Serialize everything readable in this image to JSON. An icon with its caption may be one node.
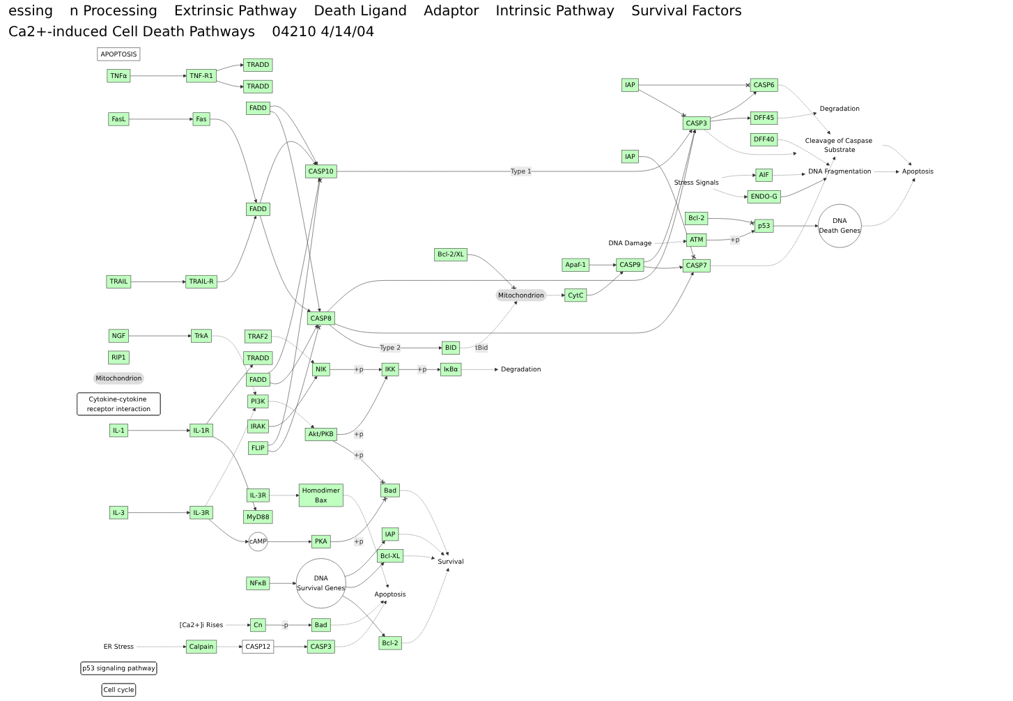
{
  "diagram": {
    "nodes": [
      {
        "text": [
          "APOPTOSIS"
        ]
      },
      {
        "text": [
          "FasL"
        ]
      },
      {
        "text": [
          "Fas"
        ]
      },
      {
        "text": [
          "TRAIL"
        ]
      },
      {
        "text": [
          "TRAIL-R"
        ]
      },
      {
        "text": [
          "TNFα"
        ]
      },
      {
        "text": [
          "TNF-R1"
        ]
      },
      {
        "text": [
          "IL-1"
        ]
      },
      {
        "text": [
          "IL-1R"
        ]
      },
      {
        "text": [
          "FADD"
        ]
      },
      {
        "text": [
          "TRADD"
        ]
      },
      {
        "text": [
          "FADD"
        ]
      },
      {
        "text": [
          "TRADD"
        ]
      },
      {
        "text": [
          "RIP1"
        ]
      },
      {
        "text": [
          "TRAF2"
        ]
      },
      {
        "text": [
          "TRADD"
        ]
      },
      {
        "text": [
          "FADD"
        ]
      },
      {
        "text": [
          "MyD88"
        ]
      },
      {
        "text": [
          "IRAK"
        ]
      },
      {
        "text": [
          "FLIP"
        ]
      },
      {
        "text": [
          "NIK"
        ]
      },
      {
        "text": [
          "CASP10"
        ]
      },
      {
        "text": [
          "CASP8"
        ]
      },
      {
        "text": [
          "CASP3"
        ]
      },
      {
        "text": [
          "CASP7"
        ]
      },
      {
        "text": [
          "CASP6"
        ]
      },
      {
        "text": [
          "IAP"
        ]
      },
      {
        "text": [
          "IAP"
        ]
      },
      {
        "text": [
          "BID"
        ]
      },
      {
        "text": [
          "Bcl-2/XL"
        ]
      },
      {
        "text": [
          "Mitochondrion"
        ]
      },
      {
        "text": [
          "CytC"
        ]
      },
      {
        "text": [
          "Apaf-1"
        ]
      },
      {
        "text": [
          "CASP9"
        ]
      },
      {
        "text": [
          "DFF45"
        ]
      },
      {
        "text": [
          "DFF40"
        ]
      },
      {
        "text": [
          "Cleavage of Caspase Substrate"
        ]
      },
      {
        "text": [
          "Degradation"
        ]
      },
      {
        "text": [
          "DNA Fragmentation"
        ]
      },
      {
        "text": [
          "Apoptosis"
        ]
      },
      {
        "text": [
          "AIF"
        ]
      },
      {
        "text": [
          "ENDO-G"
        ]
      },
      {
        "text": [
          "Mitochondrion"
        ]
      },
      {
        "text": [
          "Stress Signals"
        ]
      },
      {
        "text": [
          "Cytokine-cytokine receptor interaction"
        ]
      },
      {
        "text": [
          "NGF"
        ]
      },
      {
        "text": [
          "TrkA"
        ]
      },
      {
        "text": [
          "IL-3"
        ]
      },
      {
        "text": [
          "IL-3R"
        ]
      },
      {
        "text": [
          "IL-3R"
        ]
      },
      {
        "text": [
          "PI3K"
        ]
      },
      {
        "text": [
          "cAMP"
        ]
      },
      {
        "text": [
          "Akt/PKB"
        ]
      },
      {
        "text": [
          "PKA"
        ]
      },
      {
        "text": [
          "IKK"
        ]
      },
      {
        "text": [
          "IκBα"
        ]
      },
      {
        "text": [
          "NFκB"
        ]
      },
      {
        "text": [
          "Degradation"
        ]
      },
      {
        "text": [
          "DNA",
          "Survival Genes"
        ]
      },
      {
        "text": [
          "IAP"
        ]
      },
      {
        "text": [
          "Bcl-XL"
        ]
      },
      {
        "text": [
          "Bcl-2"
        ]
      },
      {
        "text": [
          "Survival"
        ]
      },
      {
        "text": [
          "Bad"
        ]
      },
      {
        "text": [
          "Homodimer",
          "Bax"
        ]
      },
      {
        "text": [
          "Apoptosis"
        ]
      },
      {
        "text": [
          "[Ca2+]i Rises"
        ]
      },
      {
        "text": [
          "ER Stress"
        ]
      },
      {
        "text": [
          "Cn"
        ]
      },
      {
        "text": [
          "Bad"
        ]
      },
      {
        "text": [
          "Calpain"
        ]
      },
      {
        "text": [
          "CASP12"
        ]
      },
      {
        "text": [
          "CASP3"
        ]
      },
      {
        "text": [
          "DNA",
          "Death Genes"
        ]
      },
      {
        "text": [
          "p53 signaling pathway"
        ]
      },
      {
        "text": [
          "p53"
        ]
      },
      {
        "text": [
          "Bcl-2"
        ]
      },
      {
        "text": [
          "ATM"
        ]
      },
      {
        "text": [
          "DNA Damage"
        ]
      },
      {
        "text": [
          "Cell cycle"
        ]
      }
    ],
    "edges": [
      {
        "from": 1,
        "to": 2,
        "arrow": "to"
      },
      {
        "from": 3,
        "to": 4,
        "arrow": "to"
      },
      {
        "from": 5,
        "to": 6,
        "arrow": "to"
      },
      {
        "from": 7,
        "to": 8,
        "arrow": "to"
      },
      {
        "from": 2,
        "to": 9,
        "arrow": "to"
      },
      {
        "from": 4,
        "to": 9,
        "arrow": "to"
      },
      {
        "from": 6,
        "to": 10,
        "arrow": "to"
      },
      {
        "from": 6,
        "to": 12,
        "arrow": "to"
      },
      {
        "from": 8,
        "to": 15,
        "arrow": "to"
      },
      {
        "from": 8,
        "to": 17,
        "arrow": "to"
      },
      {
        "from": 9,
        "to": 21,
        "arrow": "to"
      },
      {
        "from": 9,
        "to": 22,
        "arrow": "to"
      },
      {
        "from": 11,
        "to": 21,
        "arrow": "to"
      },
      {
        "from": 11,
        "to": 22,
        "arrow": "to"
      },
      {
        "from": 16,
        "to": 21,
        "arrow": "to"
      },
      {
        "from": 16,
        "to": 22,
        "arrow": "to"
      },
      {
        "from": 14,
        "to": 20,
        "arrow": "to",
        "style": "dashed"
      },
      {
        "from": 18,
        "to": 20,
        "arrow": "to"
      },
      {
        "from": 19,
        "to": 21,
        "arrow": "other"
      },
      {
        "from": 19,
        "to": 22,
        "arrow": "other"
      },
      {
        "from": 21,
        "to": 23,
        "arrow": "to",
        "label": "Type 1"
      },
      {
        "from": 22,
        "to": 23,
        "arrow": "to"
      },
      {
        "from": 22,
        "to": 24,
        "arrow": "to"
      },
      {
        "from": 22,
        "to": 28,
        "arrow": "to",
        "label": "Type 2"
      },
      {
        "from": 26,
        "to": 25,
        "arrow": "other"
      },
      {
        "from": 26,
        "to": 23,
        "arrow": "other"
      },
      {
        "from": 23,
        "to": 25,
        "arrow": "to"
      },
      {
        "from": 27,
        "to": 24,
        "arrow": "other"
      },
      {
        "from": 23,
        "to": 34,
        "arrow": "to"
      },
      {
        "from": 25,
        "to": 36,
        "arrow": "to",
        "style": "dashed"
      },
      {
        "from": 23,
        "to": 36,
        "arrow": "to",
        "style": "dashed"
      },
      {
        "from": 24,
        "to": 36,
        "arrow": "to",
        "style": "dashed"
      },
      {
        "from": 34,
        "to": 37,
        "arrow": "to",
        "style": "dashed"
      },
      {
        "from": 35,
        "to": 38,
        "arrow": "to",
        "style": "dashed"
      },
      {
        "from": 38,
        "to": 39,
        "arrow": "to",
        "style": "dashed"
      },
      {
        "from": 36,
        "to": 39,
        "arrow": "to",
        "style": "dashed"
      },
      {
        "from": 28,
        "to": 30,
        "arrow": "to",
        "style": "dashed",
        "label": "tBid"
      },
      {
        "from": 29,
        "to": 30,
        "arrow": "other"
      },
      {
        "from": 30,
        "to": 31,
        "arrow": "to",
        "style": "dashed"
      },
      {
        "from": 31,
        "to": 33,
        "arrow": "to"
      },
      {
        "from": 32,
        "to": 33,
        "arrow": "to"
      },
      {
        "from": 33,
        "to": 23,
        "arrow": "to"
      },
      {
        "from": 33,
        "to": 24,
        "arrow": "to"
      },
      {
        "from": 40,
        "to": 38,
        "arrow": "to",
        "style": "dashed"
      },
      {
        "from": 41,
        "to": 38,
        "arrow": "to"
      },
      {
        "from": 43,
        "to": 40,
        "arrow": "to",
        "style": "dashed"
      },
      {
        "from": 43,
        "to": 41,
        "arrow": "to",
        "style": "dashed"
      },
      {
        "from": 73,
        "to": 39,
        "arrow": "to",
        "style": "dashed"
      },
      {
        "from": 77,
        "to": 75,
        "arrow": "to",
        "label": "+p"
      },
      {
        "from": 75,
        "to": 73,
        "arrow": "to"
      },
      {
        "from": 76,
        "to": 75,
        "arrow": "other"
      },
      {
        "from": 78,
        "to": 77,
        "arrow": "to",
        "style": "dashed"
      },
      {
        "from": 45,
        "to": 46,
        "arrow": "to"
      },
      {
        "from": 47,
        "to": 48,
        "arrow": "to"
      },
      {
        "from": 46,
        "to": 50,
        "arrow": "to",
        "style": "dashed"
      },
      {
        "from": 48,
        "to": 50,
        "arrow": "to",
        "style": "dashed"
      },
      {
        "from": 48,
        "to": 51,
        "arrow": "to"
      },
      {
        "from": 49,
        "to": 64,
        "arrow": "to",
        "style": "dashed"
      },
      {
        "from": 50,
        "to": 52,
        "arrow": "to",
        "style": "dashed"
      },
      {
        "from": 51,
        "to": 53,
        "arrow": "to"
      },
      {
        "from": 52,
        "to": 54,
        "arrow": "to",
        "label": "+p"
      },
      {
        "from": 52,
        "to": 63,
        "arrow": "other",
        "label": "+p"
      },
      {
        "from": 53,
        "to": 63,
        "arrow": "other",
        "label": "+p"
      },
      {
        "from": 20,
        "to": 54,
        "arrow": "to",
        "label": "+p"
      },
      {
        "from": 54,
        "to": 55,
        "arrow": "to",
        "label": "+p"
      },
      {
        "from": 55,
        "to": 57,
        "arrow": "to",
        "style": "dashed"
      },
      {
        "from": 56,
        "to": 58,
        "arrow": "to"
      },
      {
        "from": 58,
        "to": 59,
        "arrow": "to"
      },
      {
        "from": 58,
        "to": 60,
        "arrow": "to"
      },
      {
        "from": 58,
        "to": 61,
        "arrow": "to"
      },
      {
        "from": 59,
        "to": 62,
        "arrow": "to",
        "style": "dashed"
      },
      {
        "from": 60,
        "to": 62,
        "arrow": "to",
        "style": "dashed"
      },
      {
        "from": 61,
        "to": 62,
        "arrow": "to",
        "style": "dashed"
      },
      {
        "from": 63,
        "to": 62,
        "arrow": "to",
        "style": "dashed"
      },
      {
        "from": 64,
        "to": 65,
        "arrow": "to",
        "style": "dashed"
      },
      {
        "from": 66,
        "to": 68,
        "arrow": "to",
        "style": "dashed"
      },
      {
        "from": 67,
        "to": 70,
        "arrow": "to",
        "style": "dashed"
      },
      {
        "from": 68,
        "to": 69,
        "arrow": "to",
        "label": "-p"
      },
      {
        "from": 69,
        "to": 65,
        "arrow": "to",
        "style": "dashed"
      },
      {
        "from": 70,
        "to": 71,
        "arrow": "to",
        "style": "dashed"
      },
      {
        "from": 71,
        "to": 72,
        "arrow": "to"
      },
      {
        "from": 72,
        "to": 65,
        "arrow": "to",
        "style": "dashed"
      }
    ],
    "labels": [
      "essing",
      "n Processing",
      "Extrinsic Pathway",
      "Death Ligand",
      "Adaptor",
      "Intrinsic Pathway",
      "Survival Factors",
      "Ca2+-induced Cell Death Pathways",
      "04210 4/14/04"
    ]
  }
}
